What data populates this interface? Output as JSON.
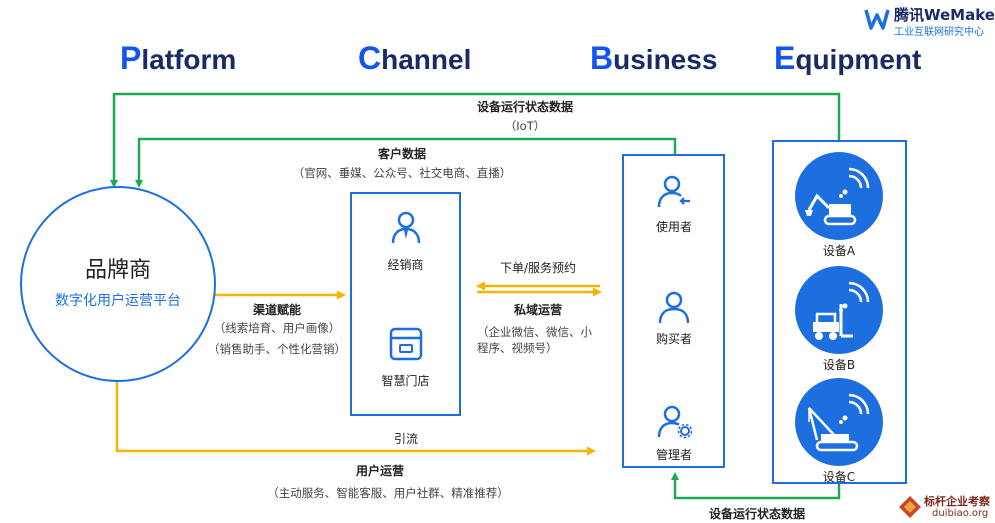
{
  "logo": {
    "name": "腾讯WeMake",
    "subtitle": "工业互联网研究中心"
  },
  "headers": {
    "platform": {
      "cap": "P",
      "rest": "latform"
    },
    "channel": {
      "cap": "C",
      "rest": "hannel"
    },
    "business": {
      "cap": "B",
      "rest": "usiness"
    },
    "equipment": {
      "cap": "E",
      "rest": "quipment"
    }
  },
  "brand": {
    "title": "品牌商",
    "subtitle": "数字化用户运营平台"
  },
  "channel_box": {
    "dealer": "经销商",
    "store": "智慧门店"
  },
  "business_box": {
    "user": "使用者",
    "buyer": "购买者",
    "admin": "管理者"
  },
  "equipment_box": {
    "a": "设备A",
    "b": "设备B",
    "c": "设备C"
  },
  "flows": {
    "iot_title": "设备运行状态数据",
    "iot_sub": "（IoT）",
    "customer_title": "客户数据",
    "customer_sub": "（官网、垂媒、公众号、社交电商、直播）",
    "empower_title": "渠道赋能",
    "empower_sub1": "（线索培育、用户画像）",
    "empower_sub2": "（销售助手、个性化营销）",
    "order_title": "下单/服务预约",
    "private_title": "私域运营",
    "private_sub1": "（企业微信、微信、小",
    "private_sub2": "程序、视频号）",
    "guide_title": "引流",
    "user_ops_title": "用户运营",
    "user_ops_sub": "（主动服务、智能客服、用户社群、精准推荐）",
    "bottom_status": "设备运行状态数据"
  },
  "watermark": {
    "line1": "标杆企业考察",
    "line2": "duibiao.org"
  },
  "colors": {
    "green": "#1aaa55",
    "yellow": "#f5b400",
    "blue": "#1d6fe0",
    "header_dark": "#1a2a66"
  }
}
